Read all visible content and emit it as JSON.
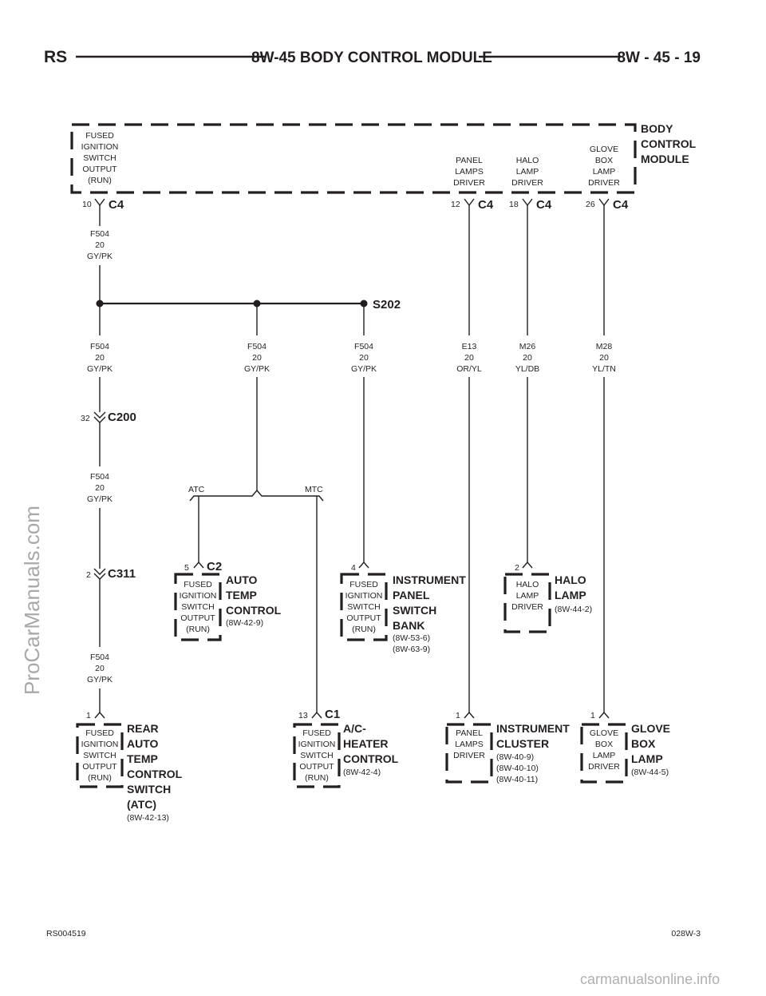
{
  "header": {
    "left": "RS",
    "title": "8W-45 BODY CONTROL MODULE",
    "right": "8W - 45 - 19"
  },
  "footer": {
    "left": "RS004519",
    "right": "028W-3"
  },
  "watermarks": {
    "side": "ProCarManuals.com",
    "bottom": "carmanualsonline.info"
  },
  "module": {
    "name": [
      "BODY",
      "CONTROL",
      "MODULE"
    ],
    "pins": [
      {
        "label": [
          "FUSED",
          "IGNITION",
          "SWITCH",
          "OUTPUT",
          "(RUN)"
        ],
        "pin": "10",
        "connector": "C4"
      },
      {
        "label": [
          "PANEL",
          "LAMPS",
          "DRIVER"
        ],
        "pin": "12",
        "connector": "C4"
      },
      {
        "label": [
          "HALO",
          "LAMP",
          "DRIVER"
        ],
        "pin": "18",
        "connector": "C4"
      },
      {
        "label": [
          "GLOVE",
          "BOX",
          "LAMP",
          "DRIVER"
        ],
        "pin": "26",
        "connector": "C4"
      }
    ]
  },
  "splice": {
    "name": "S202"
  },
  "wires": {
    "f504_top": [
      "F504",
      "20",
      "GY/PK"
    ],
    "f504_a": [
      "F504",
      "20",
      "GY/PK"
    ],
    "f504_b": [
      "F504",
      "20",
      "GY/PK"
    ],
    "f504_c": [
      "F504",
      "20",
      "GY/PK"
    ],
    "f504_d": [
      "F504",
      "20",
      "GY/PK"
    ],
    "f504_e": [
      "F504",
      "20",
      "GY/PK"
    ],
    "e13": [
      "E13",
      "20",
      "OR/YL"
    ],
    "m26": [
      "M26",
      "20",
      "YL/DB"
    ],
    "m28": [
      "M28",
      "20",
      "YL/TN"
    ]
  },
  "inline_connectors": [
    {
      "pin": "32",
      "name": "C200"
    },
    {
      "pin": "2",
      "name": "C311"
    }
  ],
  "option_labels": {
    "atc": "ATC",
    "mtc": "MTC"
  },
  "components": {
    "auto_temp": {
      "pin": "5",
      "connector": "C2",
      "inner": [
        "FUSED",
        "IGNITION",
        "SWITCH",
        "OUTPUT",
        "(RUN)"
      ],
      "name": [
        "AUTO",
        "TEMP",
        "CONTROL"
      ],
      "refs": [
        "(8W-42-9)"
      ]
    },
    "ip_switch_bank": {
      "pin": "4",
      "connector": "",
      "inner": [
        "FUSED",
        "IGNITION",
        "SWITCH",
        "OUTPUT",
        "(RUN)"
      ],
      "name": [
        "INSTRUMENT",
        "PANEL",
        "SWITCH",
        "BANK"
      ],
      "refs": [
        "(8W-53-6)",
        "(8W-63-9)"
      ]
    },
    "halo_lamp": {
      "pin": "2",
      "connector": "",
      "inner": [
        "HALO",
        "LAMP",
        "DRIVER"
      ],
      "name": [
        "HALO",
        "LAMP"
      ],
      "refs": [
        "(8W-44-2)"
      ]
    },
    "rear_atc": {
      "pin": "1",
      "connector": "",
      "inner": [
        "FUSED",
        "IGNITION",
        "SWITCH",
        "OUTPUT",
        "(RUN)"
      ],
      "name": [
        "REAR",
        "AUTO",
        "TEMP",
        "CONTROL",
        "SWITCH",
        "(ATC)"
      ],
      "refs": [
        "(8W-42-13)"
      ]
    },
    "ac_heater": {
      "pin": "13",
      "connector": "C1",
      "inner": [
        "FUSED",
        "IGNITION",
        "SWITCH",
        "OUTPUT",
        "(RUN)"
      ],
      "name": [
        "A/C-",
        "HEATER",
        "CONTROL"
      ],
      "refs": [
        "(8W-42-4)"
      ]
    },
    "cluster": {
      "pin": "1",
      "connector": "",
      "inner": [
        "PANEL",
        "LAMPS",
        "DRIVER"
      ],
      "name": [
        "INSTRUMENT",
        "CLUSTER"
      ],
      "refs": [
        "(8W-40-9)",
        "(8W-40-10)",
        "(8W-40-11)"
      ]
    },
    "glove_lamp": {
      "pin": "1",
      "connector": "",
      "inner": [
        "GLOVE",
        "BOX",
        "LAMP",
        "DRIVER"
      ],
      "name": [
        "GLOVE",
        "BOX",
        "LAMP"
      ],
      "refs": [
        "(8W-44-5)"
      ]
    }
  }
}
